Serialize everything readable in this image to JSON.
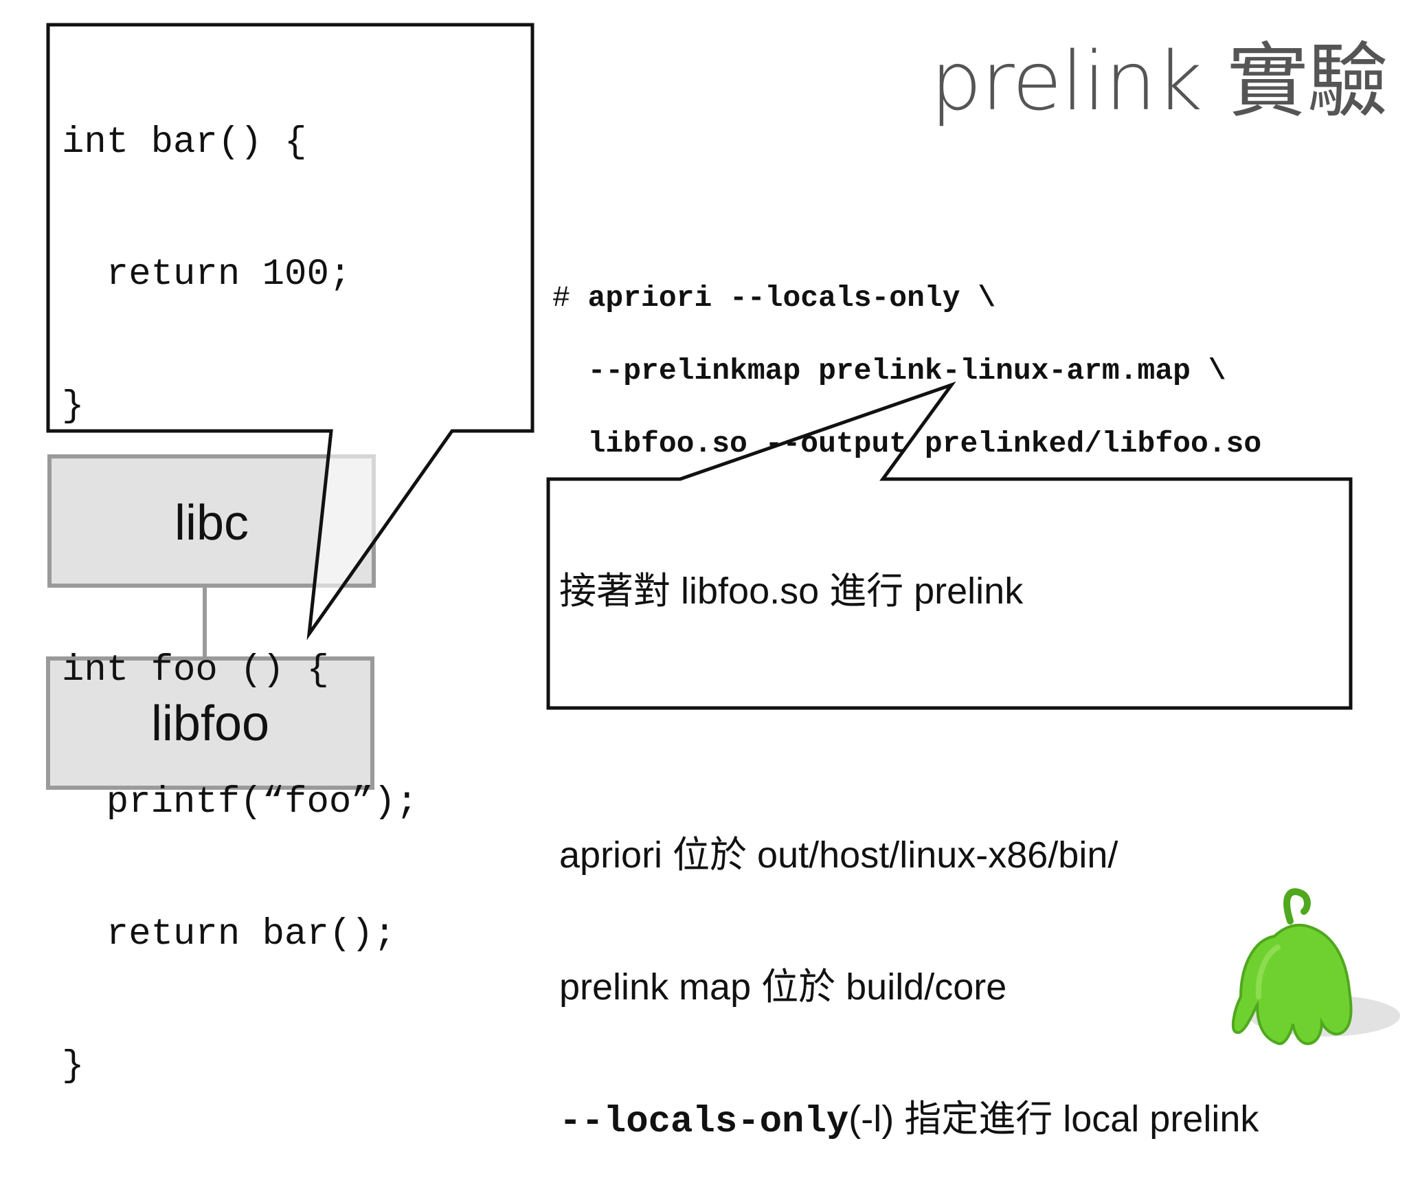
{
  "title": "prelink 實驗",
  "code_bubble": {
    "lines": [
      "int bar() {",
      "  return 100;",
      "}",
      "",
      "int foo () {",
      "  printf(“foo”);",
      "  return bar();",
      "}"
    ]
  },
  "libraries": {
    "libc": "libc",
    "libfoo": "libfoo"
  },
  "command": {
    "prompt": "#",
    "line1": "apriori --locals-only \\",
    "line2": "--prelinkmap prelink-linux-arm.map \\",
    "line3": "libfoo.so --output prelinked/libfoo.so"
  },
  "note": {
    "line1": "接著對 libfoo.so 進行 prelink",
    "line2": "apriori 位於 out/host/linux-x86/bin/",
    "line3": "prelink map 位於 build/core",
    "line4_flag": "--locals-only",
    "line4_rest": "(-l) 指定進行 local prelink"
  },
  "colors": {
    "box_fill": "#e2e2e2",
    "box_border": "#9a9a9a",
    "mascot_green": "#6fd12f"
  },
  "mascot_icon": "green-android-mascot-icon"
}
